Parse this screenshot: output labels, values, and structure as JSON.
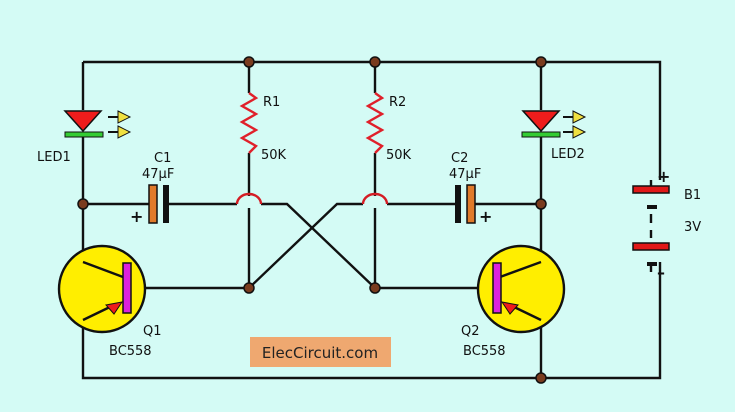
{
  "diagram": {
    "title": "LED flasher circuit (astable multivibrator)",
    "watermark": "ElecCircuit.com",
    "colors": {
      "background": "#d4fbf5",
      "wire": "#111111",
      "junction": "#7a3b1e",
      "resistor": "#e0202a",
      "led_body": "#ee1c1c",
      "led_bar": "#33cc33",
      "led_light": "#f0e040",
      "capacitor_plus": "#e07a2a",
      "transistor_body": "#ffee00",
      "transistor_base": "#dd22dd",
      "battery_cell": "#e01818",
      "watermark_box": "#efa870"
    },
    "components": {
      "led1": {
        "label": "LED1"
      },
      "led2": {
        "label": "LED2"
      },
      "r1": {
        "label": "R1",
        "value": "50K"
      },
      "r2": {
        "label": "R2",
        "value": "50K"
      },
      "c1": {
        "label": "C1",
        "value": "47µF",
        "polarity": "+"
      },
      "c2": {
        "label": "C2",
        "value": "47µF",
        "polarity": "+"
      },
      "q1": {
        "label": "Q1",
        "part": "BC558"
      },
      "q2": {
        "label": "Q2",
        "part": "BC558"
      },
      "b1": {
        "label": "B1",
        "value": "3V",
        "plus": "+",
        "minus": "–"
      }
    }
  }
}
